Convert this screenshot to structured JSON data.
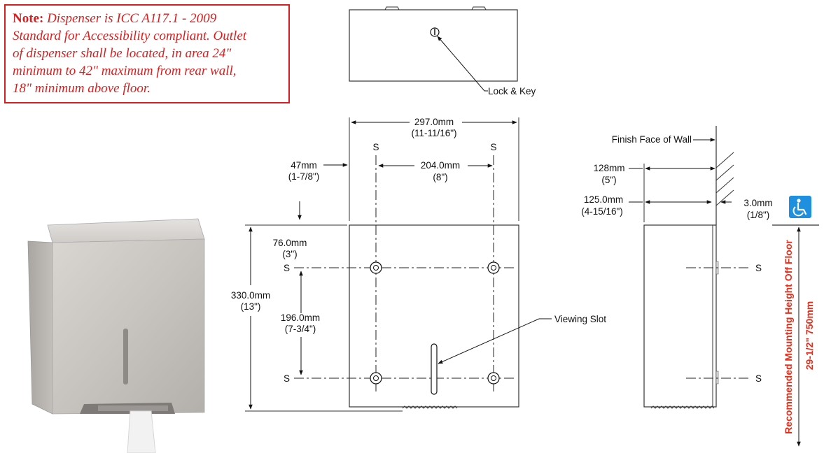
{
  "note": {
    "label": "Note:",
    "text_lines": [
      "Dispenser is ICC A117.1 - 2009",
      "Standard for Accessibility compliant. Outlet",
      "of dispenser shall be located, in area 24\"",
      "minimum to 42\" maximum from rear wall,",
      "18\" minimum above floor."
    ]
  },
  "callouts": {
    "lock_key": "Lock & Key",
    "viewing_slot": "Viewing Slot",
    "finish_face": "Finish Face of Wall"
  },
  "dims": {
    "width_mm": "297.0mm",
    "width_in": "(11-11/16\")",
    "hole_spacing_mm": "204.0mm",
    "hole_spacing_in": "(8\")",
    "side_offset_mm": "47mm",
    "side_offset_in": "(1-7/8\")",
    "top_offset_mm": "76.0mm",
    "top_offset_in": "(3\")",
    "vert_spacing_mm": "196.0mm",
    "vert_spacing_in": "(7-3/4\")",
    "height_mm": "330.0mm",
    "height_in": "(13\")",
    "depth_a_mm": "128mm",
    "depth_a_in": "(5\")",
    "depth_b_mm": "125.0mm",
    "depth_b_in": "(4-15/16\")",
    "flange_mm": "3.0mm",
    "flange_in": "(1/8\")"
  },
  "screw_marker": "S",
  "mounting": {
    "label": "Recommended Mounting Height Off Floor",
    "value": "29-1/2\"  750mm"
  },
  "colors": {
    "accent_red": "#e0301e",
    "access_blue": "#1f8fe0"
  },
  "icons": [
    "accessibility-icon",
    "lock-icon",
    "screw-icon"
  ]
}
